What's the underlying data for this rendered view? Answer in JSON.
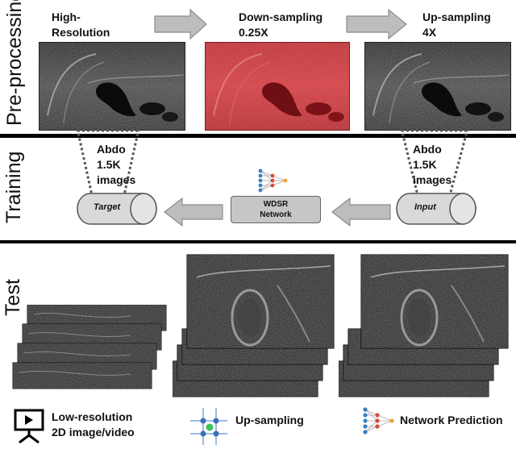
{
  "sections": {
    "preprocessing": "Pre-processing",
    "training": "Training",
    "test": "Test"
  },
  "preprocessing": {
    "step1_line1": "High-",
    "step1_line2": "Resolution",
    "step2_line1": "Down-sampling",
    "step2_line2": "0.25X",
    "step3_line1": "Up-sampling",
    "step3_line2": "4X"
  },
  "training": {
    "left_line1": "Abdo",
    "left_line2": "1.5K",
    "left_line3": "images",
    "right_line1": "Abdo",
    "right_line2": "1.5K",
    "right_line3": "images",
    "target_label": "Target",
    "input_label": "Input",
    "network_line1": "WDSR",
    "network_line2": "Network"
  },
  "legend": {
    "lowres_line1": "Low-resolution",
    "lowres_line2": "2D image/video",
    "upsampling": "Up-sampling",
    "network_prediction": "Network Prediction"
  },
  "colors": {
    "arrow_fill": "#bdbdbd",
    "arrow_stroke": "#8c8c8c",
    "downsample_tint": "#c0272d",
    "network_box": "#c6c6c6",
    "cylinder": "#d9d9d9",
    "divider": "#000000"
  },
  "icons": {
    "projector": "projector-screen-icon",
    "grid_point": "upsampling-grid-icon",
    "neural_net": "neural-network-icon"
  }
}
